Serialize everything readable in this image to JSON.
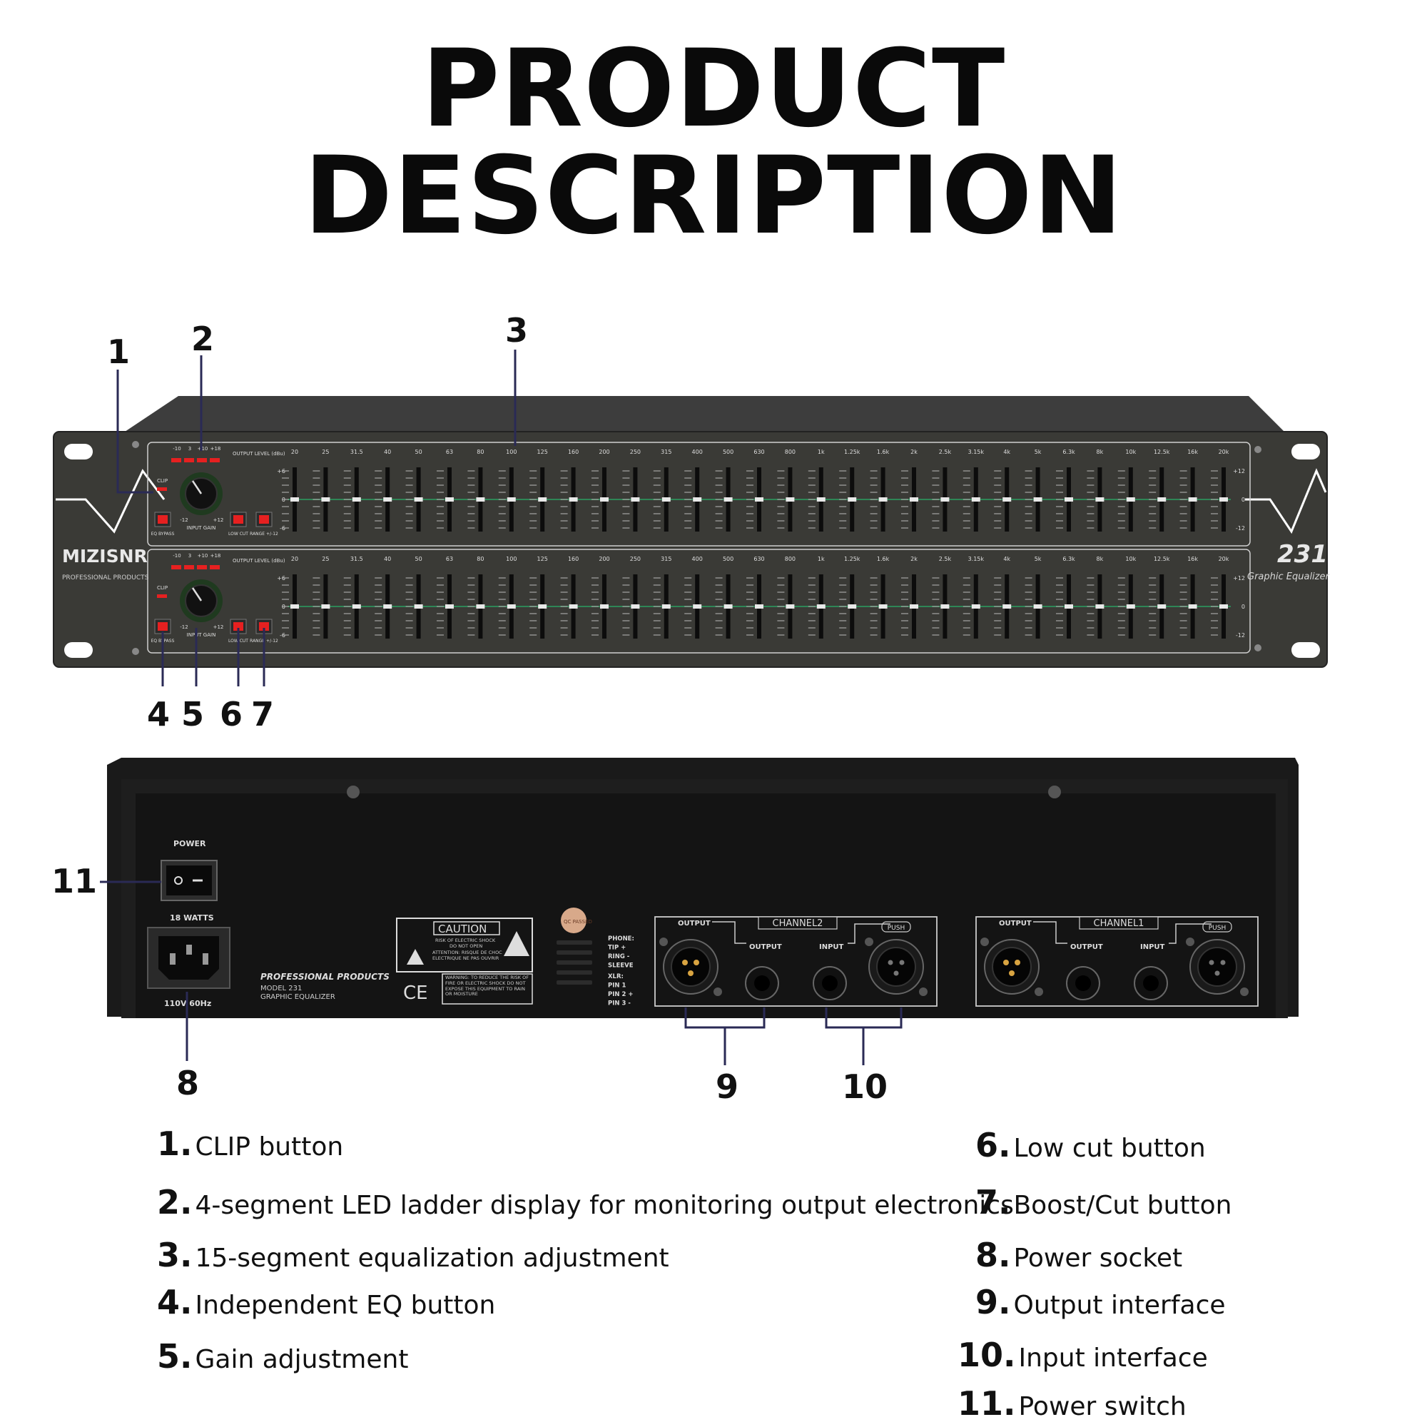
{
  "page": {
    "title": "PRODUCT DESCRIPTION"
  },
  "front": {
    "brand": "MIZISNR",
    "brand_sub": "PROFESSIONAL PRODUCTS",
    "model": "231",
    "model_sub": "Graphic Equalizer",
    "output_level_label": "OUTPUT LEVEL (dBu)",
    "led_scale": [
      "-10",
      "3",
      "+10",
      "+18"
    ],
    "clip_label": "CLIP",
    "eq_bypass_label": "EQ BYPASS",
    "input_gain_label": "INPUT GAIN",
    "gain_min": "-12",
    "gain_max": "+12",
    "low_cut_label": "LOW CUT",
    "range_label": "RANGE +/-12",
    "scale_left": [
      "+6",
      "0",
      "-6"
    ],
    "scale_right": [
      "+12",
      "0",
      "-12"
    ],
    "frequencies": [
      "20",
      "25",
      "31.5",
      "40",
      "50",
      "63",
      "80",
      "100",
      "125",
      "160",
      "200",
      "250",
      "315",
      "400",
      "500",
      "630",
      "800",
      "1k",
      "1.25k",
      "1.6k",
      "2k",
      "2.5k",
      "3.15k",
      "4k",
      "5k",
      "6.3k",
      "8k",
      "10k",
      "12.5k",
      "16k",
      "20k"
    ]
  },
  "rear": {
    "power_label": "POWER",
    "watts_label": "18 WATTS",
    "voltage_label": "110V 60Hz",
    "product_line1": "PROFESSIONAL PRODUCTS",
    "product_line2": "MODEL 231",
    "product_line3": "GRAPHIC EQUALIZER",
    "caution_title": "CAUTION",
    "caution_line1": "RISK OF ELECTRIC SHOCK",
    "caution_line2": "DO NOT OPEN",
    "attention_text": "ATTENTION: RISQUE DE CHOC ELECTRIQUE NE PAS OUVRIR",
    "ce_mark": "CE",
    "warning_text": "WARNING: TO REDUCE THE RISK OF FIRE OR ELECTRIC SHOCK DO NOT EXPOSE THIS EQUIPMENT TO RAIN OR MOISTURE",
    "qc_sticker": "QC PASSED",
    "pinout": [
      "PHONE:",
      "TIP +",
      "RING -",
      "SLEEVE",
      "XLR:",
      "PIN 1",
      "PIN 2 +",
      "PIN 3 -"
    ],
    "channel2_label": "CHANNEL2",
    "channel1_label": "CHANNEL1",
    "output_label": "OUTPUT",
    "input_label": "INPUT",
    "push_label": "PUSH"
  },
  "callouts": [
    "1",
    "2",
    "3",
    "4",
    "5",
    "6",
    "7",
    "8",
    "9",
    "10",
    "11"
  ],
  "legend": [
    {
      "num": "1.",
      "text": "CLIP button"
    },
    {
      "num": "2.",
      "text": "4-segment LED ladder display for monitoring output electronics"
    },
    {
      "num": "3.",
      "text": "15-segment equalization adjustment"
    },
    {
      "num": "4.",
      "text": "Independent EQ button"
    },
    {
      "num": "5.",
      "text": "Gain adjustment"
    },
    {
      "num": "6.",
      "text": "Low cut button"
    },
    {
      "num": "7.",
      "text": "Boost/Cut button"
    },
    {
      "num": "8.",
      "text": "Power socket"
    },
    {
      "num": "9.",
      "text": "Output interface"
    },
    {
      "num": "10.",
      "text": "Input interface"
    },
    {
      "num": "11.",
      "text": "Power switch"
    }
  ]
}
